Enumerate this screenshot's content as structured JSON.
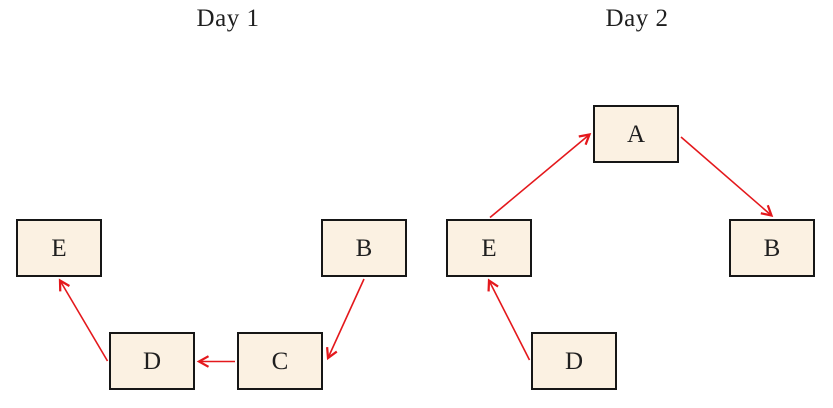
{
  "colors": {
    "background": "#ffffff",
    "box_fill": "#fbf1e2",
    "box_border": "#161616",
    "arrow": "#e4181c",
    "text": "#1f1f1f"
  },
  "day1": {
    "title": "Day 1",
    "nodes": [
      {
        "id": "E",
        "label": "E"
      },
      {
        "id": "B",
        "label": "B"
      },
      {
        "id": "D",
        "label": "D"
      },
      {
        "id": "C",
        "label": "C"
      }
    ],
    "edges": [
      {
        "from": "B",
        "to": "C"
      },
      {
        "from": "C",
        "to": "D"
      },
      {
        "from": "D",
        "to": "E"
      }
    ]
  },
  "day2": {
    "title": "Day 2",
    "nodes": [
      {
        "id": "A",
        "label": "A"
      },
      {
        "id": "E",
        "label": "E"
      },
      {
        "id": "B",
        "label": "B"
      },
      {
        "id": "D",
        "label": "D"
      }
    ],
    "edges": [
      {
        "from": "E",
        "to": "A"
      },
      {
        "from": "A",
        "to": "B"
      },
      {
        "from": "D",
        "to": "E"
      }
    ]
  }
}
